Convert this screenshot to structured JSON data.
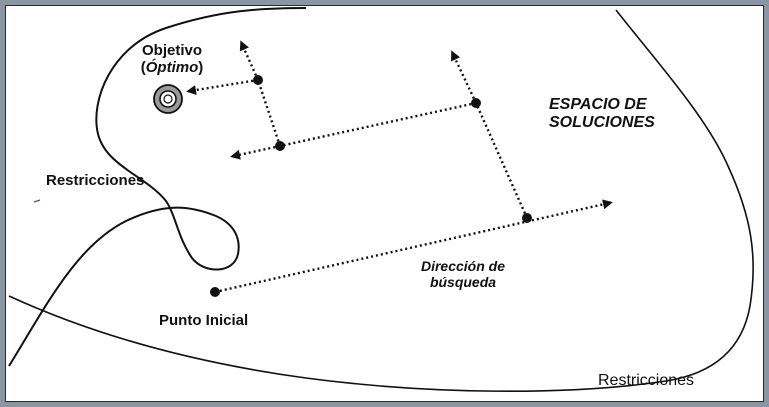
{
  "labels": {
    "objective_line1": "Objetivo",
    "objective_open": "(",
    "objective_optimo": "Óptimo",
    "objective_close": ")",
    "solution_space_line1": "ESPACIO DE",
    "solution_space_line2": "SOLUCIONES",
    "restrictions_left": "Restricciones",
    "restrictions_bottom": "Restricciones",
    "start_point": "Punto Inicial",
    "search_direction_line1": "Dirección de",
    "search_direction_line2": "búsqueda"
  },
  "colors": {
    "ink": "#111111",
    "frame": "#8a96a3",
    "background": "#ffffff",
    "target_ring": "#9a9a9a"
  },
  "icons": {
    "target": "target-icon"
  }
}
